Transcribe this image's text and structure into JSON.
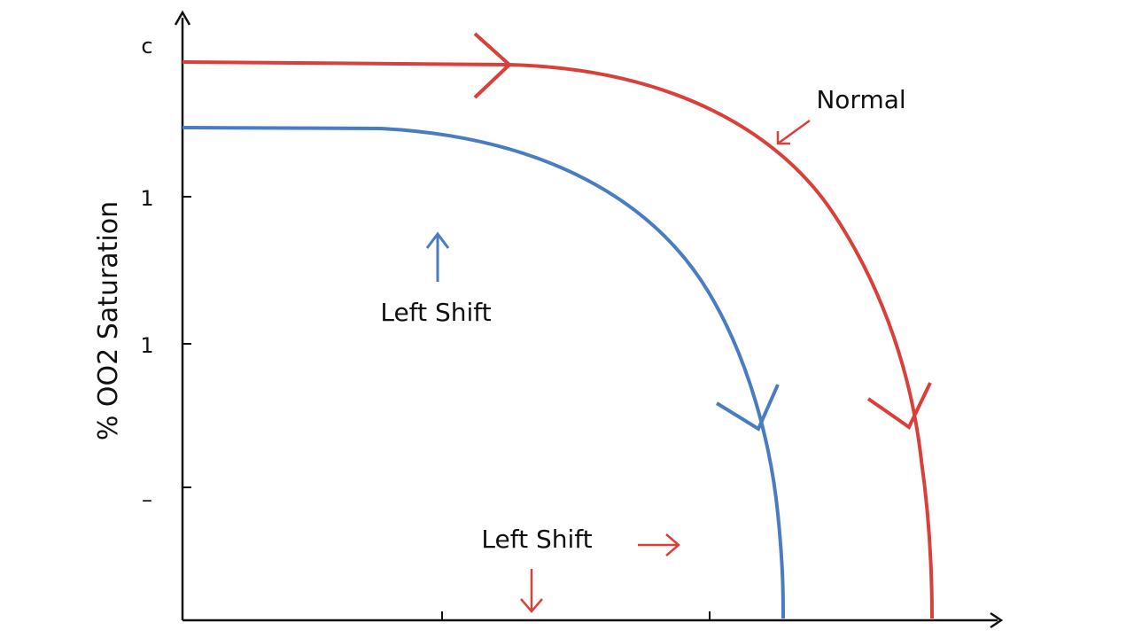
{
  "diagram": {
    "y_axis_label": "% OO2 Saturation",
    "y_tick_labels": [
      "c",
      "1",
      "1",
      "–"
    ],
    "labels": {
      "normal": "Normal",
      "left_shift_upper": "Left Shift",
      "left_shift_lower": "Left Shift"
    },
    "curves": [
      {
        "name": "normal",
        "color": "#d9403a"
      },
      {
        "name": "left-shift",
        "color": "#4a7cc4"
      }
    ],
    "colors": {
      "axis": "#111111",
      "normal_curve": "#d9403a",
      "left_shift_curve": "#4a7cc4",
      "label_text": "#111111"
    }
  }
}
